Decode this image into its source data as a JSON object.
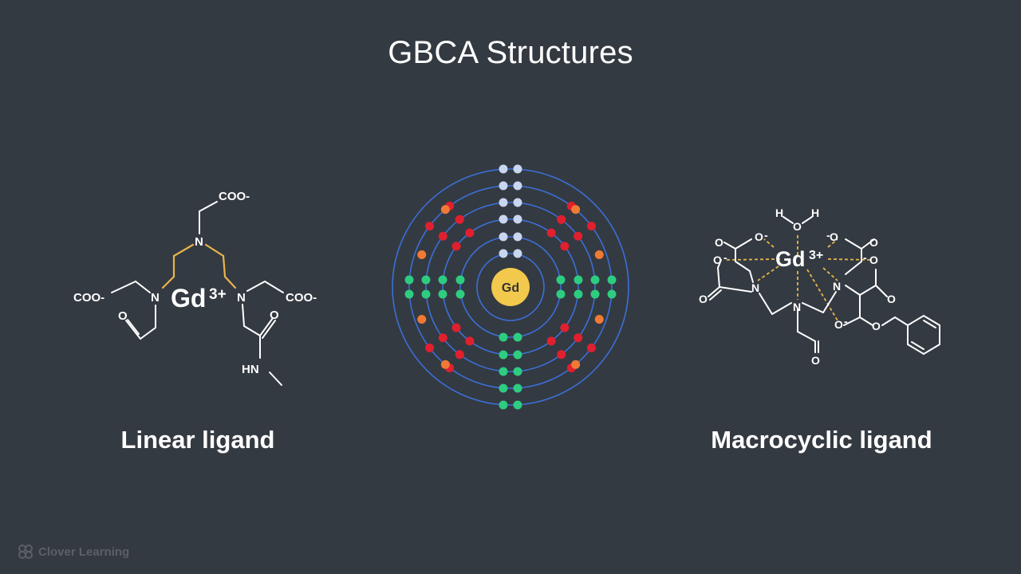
{
  "title": "GBCA Structures",
  "linear": {
    "caption": "Linear ligand",
    "metal": "Gd",
    "charge": "3+",
    "labels": {
      "coo_top": "COO-",
      "coo_left": "COO-",
      "coo_right": "COO-",
      "n_top": "N",
      "n_left": "N",
      "n_right": "N",
      "o_left": "O",
      "o_right": "O",
      "hn": "HN"
    }
  },
  "atom": {
    "nucleus": "Gd",
    "colors": {
      "orbit": "#3b6fd6",
      "nucleus": "#f2c94c",
      "pale": "#c9d6ef",
      "green": "#2ecc80",
      "red": "#e0202e",
      "orange": "#f07a35"
    }
  },
  "macro": {
    "caption": "Macrocyclic ligand",
    "metal": "Gd",
    "charge": "3+",
    "labels": {
      "h1": "H",
      "h2": "H",
      "o_water": "O",
      "o_tl1": "O",
      "o_tl2": "O",
      "o_tl3": "O",
      "o_left_keto": "O",
      "o_tr1": "O",
      "o_tr2": "O",
      "o_tr3": "O",
      "o_right_keto": "O",
      "o_mid": "O",
      "o_bottom": "O",
      "o_ether": "O",
      "n_left": "N",
      "n_right": "N",
      "n_bottom": "N",
      "minus": "-"
    }
  },
  "watermark": "Clover Learning"
}
